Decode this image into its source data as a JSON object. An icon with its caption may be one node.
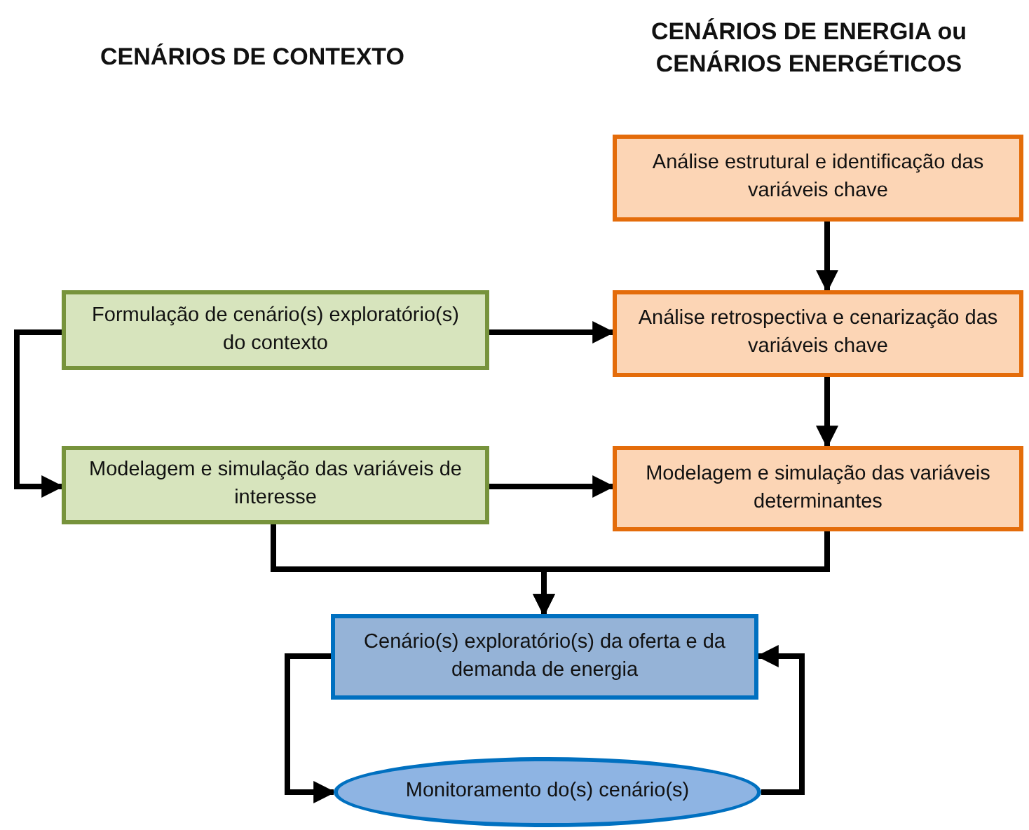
{
  "diagram": {
    "nodes": [
      {
        "text": [
          "Formulação de cenário(s) exploratório(s) do contexto"
        ]
      },
      {
        "text": [
          "Análise estrutural e identificação das variáveis chave"
        ]
      },
      {
        "text": [
          "Análise retrospectiva e cenarização das variáveis chave"
        ]
      },
      {
        "text": [
          "Modelagem e simulação das variáveis de interesse"
        ]
      },
      {
        "text": [
          "Modelagem e simulação das variáveis determinantes"
        ]
      },
      {
        "text": [
          "Cenário(s) exploratório(s) da oferta e da demanda de energia"
        ]
      },
      {
        "text": [
          "Monitoramento do(s) cenário(s)"
        ]
      }
    ],
    "edges": [
      {
        "from": 1,
        "to": 2,
        "arrow": "to"
      },
      {
        "from": 0,
        "to": 2,
        "arrow": "to"
      },
      {
        "from": 0,
        "to": 3,
        "arrow": "to"
      },
      {
        "from": 3,
        "to": 4,
        "arrow": "to"
      },
      {
        "from": 2,
        "to": 4,
        "arrow": "to"
      },
      {
        "from": 3,
        "to": 5,
        "arrow": "to"
      },
      {
        "from": 4,
        "to": 5,
        "arrow": "to"
      },
      {
        "from": 5,
        "to": 6,
        "arrow": "to"
      },
      {
        "from": 6,
        "to": 5,
        "arrow": "to"
      }
    ],
    "labels": [
      "CENÁRIOS DE CONTEXTO",
      "CENÁRIOS DE ENERGIA ou CENÁRIOS ENERGÉTICOS"
    ]
  }
}
